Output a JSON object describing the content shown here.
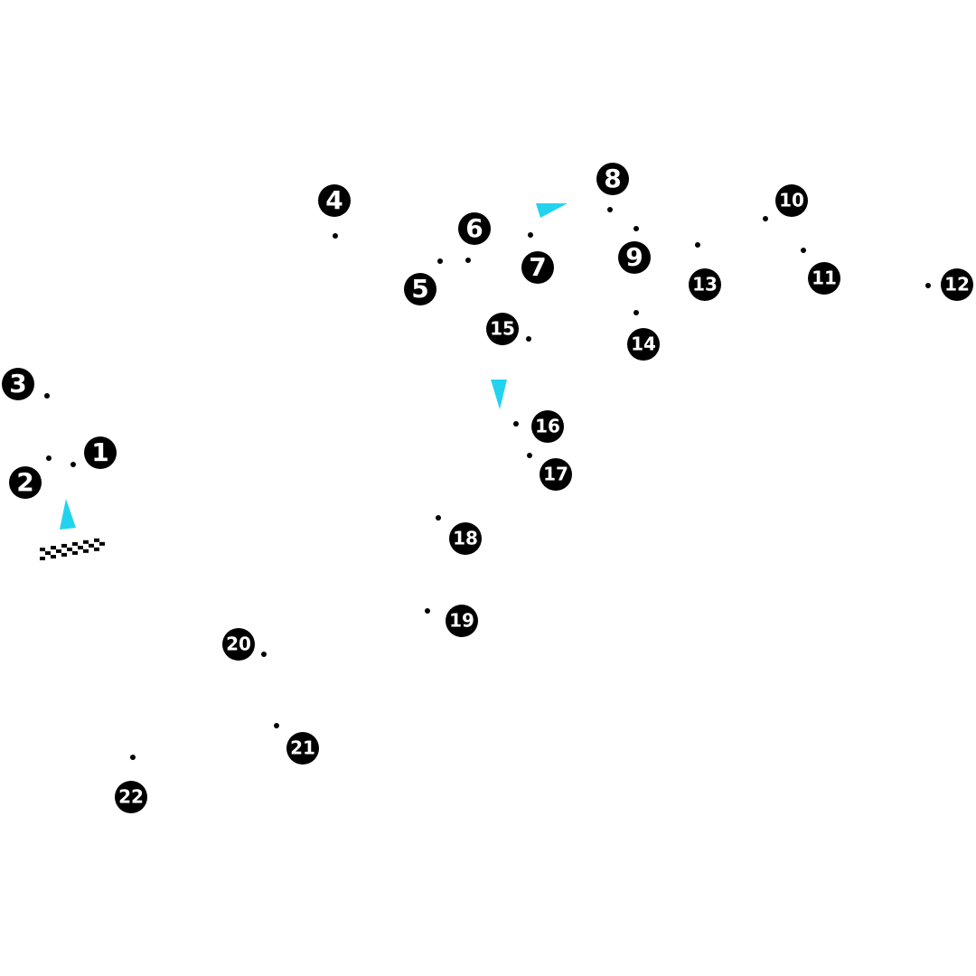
{
  "colors": {
    "background": "#ffffff",
    "marker": "#000000",
    "marker_text": "#ffffff",
    "drs_arrow": "#22d3ee",
    "checkered": "#000000"
  },
  "icons": {
    "start_finish": "checkered-flag-icon",
    "drs": "drs-direction-arrow-icon"
  },
  "corners": [
    {
      "label": "1"
    },
    {
      "label": "2"
    },
    {
      "label": "3"
    },
    {
      "label": "4"
    },
    {
      "label": "5"
    },
    {
      "label": "6"
    },
    {
      "label": "7"
    },
    {
      "label": "8"
    },
    {
      "label": "9"
    },
    {
      "label": "10"
    },
    {
      "label": "11"
    },
    {
      "label": "12"
    },
    {
      "label": "13"
    },
    {
      "label": "14"
    },
    {
      "label": "15"
    },
    {
      "label": "16"
    },
    {
      "label": "17"
    },
    {
      "label": "18"
    },
    {
      "label": "19"
    },
    {
      "label": "20"
    },
    {
      "label": "21"
    },
    {
      "label": "22"
    }
  ]
}
